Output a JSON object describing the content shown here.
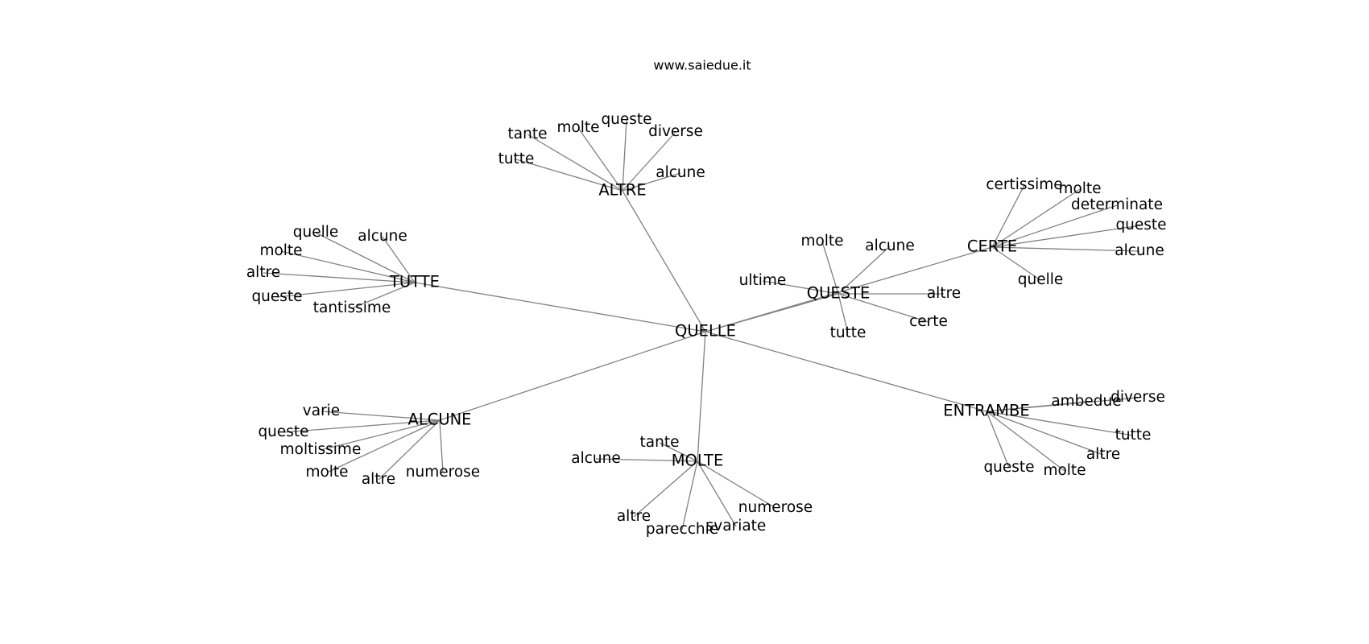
{
  "title": "www.saiedue.it",
  "edge_color": "#808080",
  "text_color": "#000000",
  "nodes": [
    {
      "id": "quelle_c",
      "label": "QUELLE"
    },
    {
      "id": "altre_h",
      "label": "ALTRE"
    },
    {
      "id": "tutte_h",
      "label": "TUTTE"
    },
    {
      "id": "queste_h",
      "label": "QUESTE"
    },
    {
      "id": "certe_h",
      "label": "CERTE"
    },
    {
      "id": "alcune_h",
      "label": "ALCUNE"
    },
    {
      "id": "molte_h",
      "label": "MOLTE"
    },
    {
      "id": "entrambe_h",
      "label": "ENTRAMBE"
    },
    {
      "id": "a_tutte",
      "label": "tutte"
    },
    {
      "id": "a_tante",
      "label": "tante"
    },
    {
      "id": "a_molte",
      "label": "molte"
    },
    {
      "id": "a_queste",
      "label": "queste"
    },
    {
      "id": "a_diverse",
      "label": "diverse"
    },
    {
      "id": "a_alcune",
      "label": "alcune"
    },
    {
      "id": "t_quelle",
      "label": "quelle"
    },
    {
      "id": "t_alcune",
      "label": "alcune"
    },
    {
      "id": "t_molte",
      "label": "molte"
    },
    {
      "id": "t_altre",
      "label": "altre"
    },
    {
      "id": "t_queste",
      "label": "queste"
    },
    {
      "id": "t_tantissime",
      "label": "tantissime"
    },
    {
      "id": "q_molte",
      "label": "molte"
    },
    {
      "id": "q_alcune",
      "label": "alcune"
    },
    {
      "id": "q_ultime",
      "label": "ultime"
    },
    {
      "id": "q_altre",
      "label": "altre"
    },
    {
      "id": "q_certe",
      "label": "certe"
    },
    {
      "id": "q_tutte",
      "label": "tutte"
    },
    {
      "id": "c_certissime",
      "label": "certissime"
    },
    {
      "id": "c_molte",
      "label": "molte"
    },
    {
      "id": "c_determinate",
      "label": "determinate"
    },
    {
      "id": "c_queste",
      "label": "queste"
    },
    {
      "id": "c_alcune",
      "label": "alcune"
    },
    {
      "id": "c_quelle",
      "label": "quelle"
    },
    {
      "id": "al_varie",
      "label": "varie"
    },
    {
      "id": "al_queste",
      "label": "queste"
    },
    {
      "id": "al_moltissime",
      "label": "moltissime"
    },
    {
      "id": "al_molte",
      "label": "molte"
    },
    {
      "id": "al_altre",
      "label": "altre"
    },
    {
      "id": "al_numerose",
      "label": "numerose"
    },
    {
      "id": "m_tante",
      "label": "tante"
    },
    {
      "id": "m_alcune",
      "label": "alcune"
    },
    {
      "id": "m_altre",
      "label": "altre"
    },
    {
      "id": "m_parecchie",
      "label": "parecchie"
    },
    {
      "id": "m_svariate",
      "label": "svariate"
    },
    {
      "id": "m_numerose",
      "label": "numerose"
    },
    {
      "id": "e_ambedue",
      "label": "ambedue"
    },
    {
      "id": "e_diverse",
      "label": "diverse"
    },
    {
      "id": "e_tutte",
      "label": "tutte"
    },
    {
      "id": "e_altre",
      "label": "altre"
    },
    {
      "id": "e_molte",
      "label": "molte"
    },
    {
      "id": "e_queste",
      "label": "queste"
    }
  ],
  "edges": [
    [
      "quelle_c",
      "altre_h"
    ],
    [
      "quelle_c",
      "tutte_h"
    ],
    [
      "quelle_c",
      "queste_h"
    ],
    [
      "quelle_c",
      "certe_h"
    ],
    [
      "quelle_c",
      "alcune_h"
    ],
    [
      "quelle_c",
      "molte_h"
    ],
    [
      "quelle_c",
      "entrambe_h"
    ],
    [
      "altre_h",
      "a_tutte"
    ],
    [
      "altre_h",
      "a_tante"
    ],
    [
      "altre_h",
      "a_molte"
    ],
    [
      "altre_h",
      "a_queste"
    ],
    [
      "altre_h",
      "a_diverse"
    ],
    [
      "altre_h",
      "a_alcune"
    ],
    [
      "tutte_h",
      "t_quelle"
    ],
    [
      "tutte_h",
      "t_alcune"
    ],
    [
      "tutte_h",
      "t_molte"
    ],
    [
      "tutte_h",
      "t_altre"
    ],
    [
      "tutte_h",
      "t_queste"
    ],
    [
      "tutte_h",
      "t_tantissime"
    ],
    [
      "queste_h",
      "q_molte"
    ],
    [
      "queste_h",
      "q_alcune"
    ],
    [
      "queste_h",
      "q_ultime"
    ],
    [
      "queste_h",
      "q_altre"
    ],
    [
      "queste_h",
      "q_certe"
    ],
    [
      "queste_h",
      "q_tutte"
    ],
    [
      "certe_h",
      "c_certissime"
    ],
    [
      "certe_h",
      "c_molte"
    ],
    [
      "certe_h",
      "c_determinate"
    ],
    [
      "certe_h",
      "c_queste"
    ],
    [
      "certe_h",
      "c_alcune"
    ],
    [
      "certe_h",
      "c_quelle"
    ],
    [
      "alcune_h",
      "al_varie"
    ],
    [
      "alcune_h",
      "al_queste"
    ],
    [
      "alcune_h",
      "al_moltissime"
    ],
    [
      "alcune_h",
      "al_molte"
    ],
    [
      "alcune_h",
      "al_altre"
    ],
    [
      "alcune_h",
      "al_numerose"
    ],
    [
      "molte_h",
      "m_tante"
    ],
    [
      "molte_h",
      "m_alcune"
    ],
    [
      "molte_h",
      "m_altre"
    ],
    [
      "molte_h",
      "m_parecchie"
    ],
    [
      "molte_h",
      "m_svariate"
    ],
    [
      "molte_h",
      "m_numerose"
    ],
    [
      "entrambe_h",
      "e_ambedue"
    ],
    [
      "entrambe_h",
      "e_diverse"
    ],
    [
      "entrambe_h",
      "e_tutte"
    ],
    [
      "entrambe_h",
      "e_altre"
    ],
    [
      "entrambe_h",
      "e_molte"
    ],
    [
      "entrambe_h",
      "e_queste"
    ]
  ]
}
